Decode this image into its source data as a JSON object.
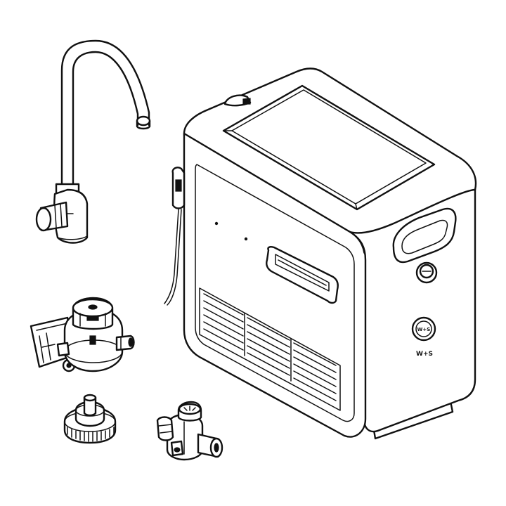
{
  "product": {
    "logo_text": "W+S",
    "badge_text": "W+S",
    "colors": {
      "line": "#111111",
      "background": "#ffffff"
    }
  },
  "components": [
    {
      "id": "faucet",
      "icon": "faucet-icon"
    },
    {
      "id": "water-unit",
      "icon": "water-unit-icon"
    },
    {
      "id": "filter-head",
      "icon": "filter-head-icon"
    },
    {
      "id": "filter-cap",
      "icon": "filter-cap-icon"
    },
    {
      "id": "inlet-valve",
      "icon": "valve-icon"
    }
  ]
}
